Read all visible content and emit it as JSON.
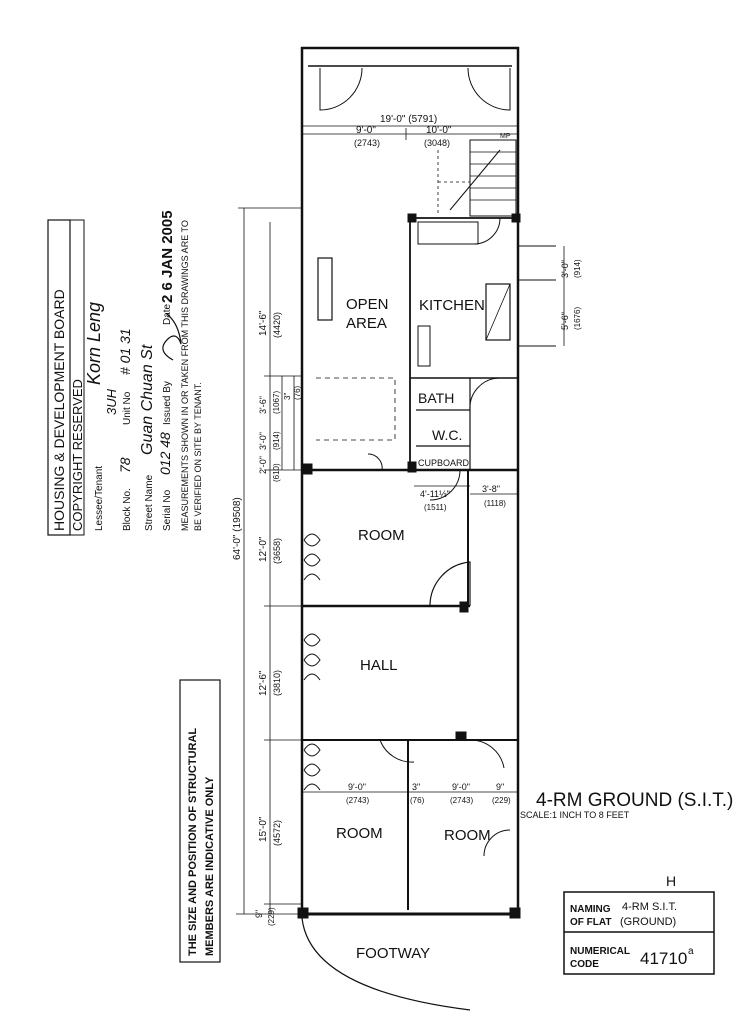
{
  "stamp": {
    "title": "HOUSING & DEVELOPMENT BOARD",
    "copyright": "COPYRIGHT RESERVED",
    "lessee_label": "Lessee/Tenant",
    "lessee_value": "Korn Leng",
    "lessee_hand": "3UH",
    "block_label": "Block No.",
    "block_value": "78",
    "unit_label": "Unit No",
    "unit_value": "# 01 31",
    "street_label": "Street Name",
    "street_value": "Guan Chuan St",
    "serial_label": "Serial No",
    "serial_value": "012 48",
    "issued_label": "Issued By",
    "date_label": "Date",
    "date_value": "2 6 JAN 2005",
    "note_line1": "MEASUREMENTS SHOWN IN OR TAKEN FROM THIS DRAWINGS ARE TO",
    "note_line2": "BE VERIFIED ON SITE BY TENANT."
  },
  "structural_note": {
    "line1": "THE SIZE AND POSITION OF STRUCTURAL",
    "line2": "MEMBERS ARE INDICATIVE ONLY"
  },
  "rooms": {
    "open_area_1": "OPEN",
    "open_area_2": "AREA",
    "kitchen": "KITCHEN",
    "bath": "BATH",
    "wc": "W.C.",
    "cupboard": "CUPBOARD",
    "room_1": "ROOM",
    "hall": "HALL",
    "room_2": "ROOM",
    "room_3": "ROOM",
    "footway": "FOOTWAY"
  },
  "dimensions": {
    "overall_width": "19'-0\" (5791)",
    "w_9": "9'-0\"",
    "w_9_mm": "(2743)",
    "w_10": "10'-0\"",
    "w_10_mm": "(3048)",
    "mp": "MP",
    "overall_length": "64'-0\" (19508)",
    "d_14_6": "14'-6\"",
    "d_14_6_mm": "(4420)",
    "d_3_6": "3'-6\"",
    "d_3_6_mm": "(1067)",
    "d_3": "3\"",
    "d_3_mm": "(76)",
    "d_3_0": "3'-0\"",
    "d_3_0_mm": "(914)",
    "d_2_0": "2'-0\"",
    "d_2_0_mm": "(610)",
    "d_12_0": "12'-0\"",
    "d_12_0_mm": "(3658)",
    "d_12_6": "12'-6\"",
    "d_12_6_mm": "(3810)",
    "d_15_0": "15'-0\"",
    "d_15_0_mm": "(4572)",
    "d_9": "9\"",
    "d_9_mm": "(229)",
    "k_3_0": "3'-0\"",
    "k_3_0_mm": "(914)",
    "k_5_6": "5'-6\"",
    "k_5_6_mm": "(1676)",
    "c_4_11": "4'-11½\"",
    "c_4_11_mm": "(1511)",
    "c_3_8": "3'-8\"",
    "c_3_8_mm": "(1118)",
    "r_9_0a": "9'-0\"",
    "r_9_0a_mm": "(2743)",
    "r_3": "3\"",
    "r_3_mm": "(76)",
    "r_9_0b": "9'-0\"",
    "r_9_0b_mm": "(2743)",
    "r_9": "9\"",
    "r_9_mm": "(229)"
  },
  "title_block": {
    "title": "4-RM GROUND (S.I.T.)",
    "scale": "SCALE:1 INCH TO 8 FEET",
    "letter": "H",
    "naming_label_1": "NAMING",
    "naming_label_2": "OF FLAT",
    "naming_value_1": "4-RM  S.I.T.",
    "naming_value_2": "(GROUND)",
    "numerical_label_1": "NUMERICAL",
    "numerical_label_2": "CODE",
    "numerical_value": "41710",
    "numerical_suffix": "a"
  }
}
